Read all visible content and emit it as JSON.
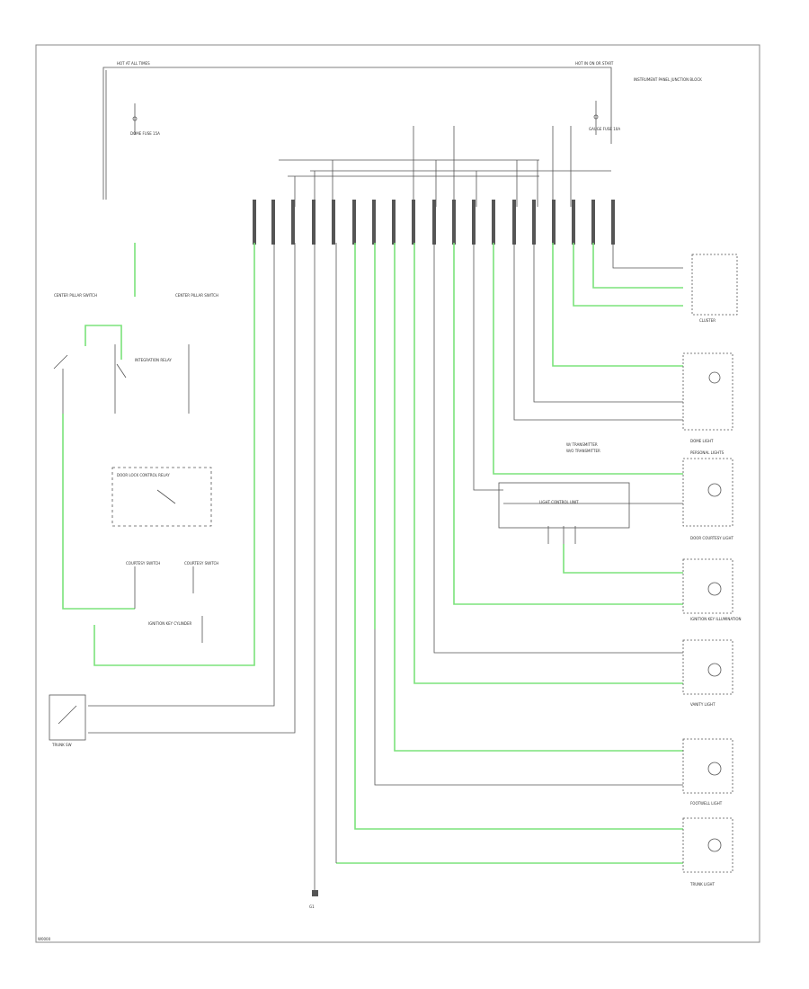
{
  "colors": {
    "power_wire": "#7be37b",
    "signal_wire": "#555555",
    "thin_wire": "#aaaaaa",
    "frame": "#888888",
    "background": "#ffffff"
  },
  "labels": {
    "fig_code": "W0000",
    "hot_left": "HOT AT ALL TIMES",
    "hot_right": "HOT IN ON OR START",
    "fuse_left": "DOME FUSE 15A",
    "fuse_right": "GAUGE FUSE 10A",
    "splice_note": "INSTRUMENT PANEL JUNCTION BLOCK",
    "left_switch_1": "CENTER PILLAR SWITCH",
    "left_switch_2": "CENTER PILLAR SWITCH",
    "door_relay": "DOOR LOCK CONTROL RELAY",
    "integration_relay": "INTEGRATION RELAY",
    "courtesy_left": "COURTESY SWITCH",
    "courtesy_right": "COURTESY SWITCH",
    "ignition_key": "IGNITION KEY CYLINDER",
    "trunk_switch": "TRUNK SW",
    "cluster": "CLUSTER",
    "dome_light": "DOME LIGHT",
    "personal_lights": "PERSONAL LIGHTS",
    "transmitter_note_1": "W/ TRANSMITTER",
    "transmitter_note_2": "W/O TRANSMITTER",
    "unit_cover": "LIGHT CONTROL UNIT",
    "door_courtesy": "DOOR COURTESY LIGHT",
    "ignition_light": "IGNITION KEY ILLUMINATION",
    "vanity_light": "VANITY LIGHT",
    "footwell_light": "FOOTWELL LIGHT",
    "trunk_light": "TRUNK LIGHT",
    "ground_label": "G1"
  }
}
